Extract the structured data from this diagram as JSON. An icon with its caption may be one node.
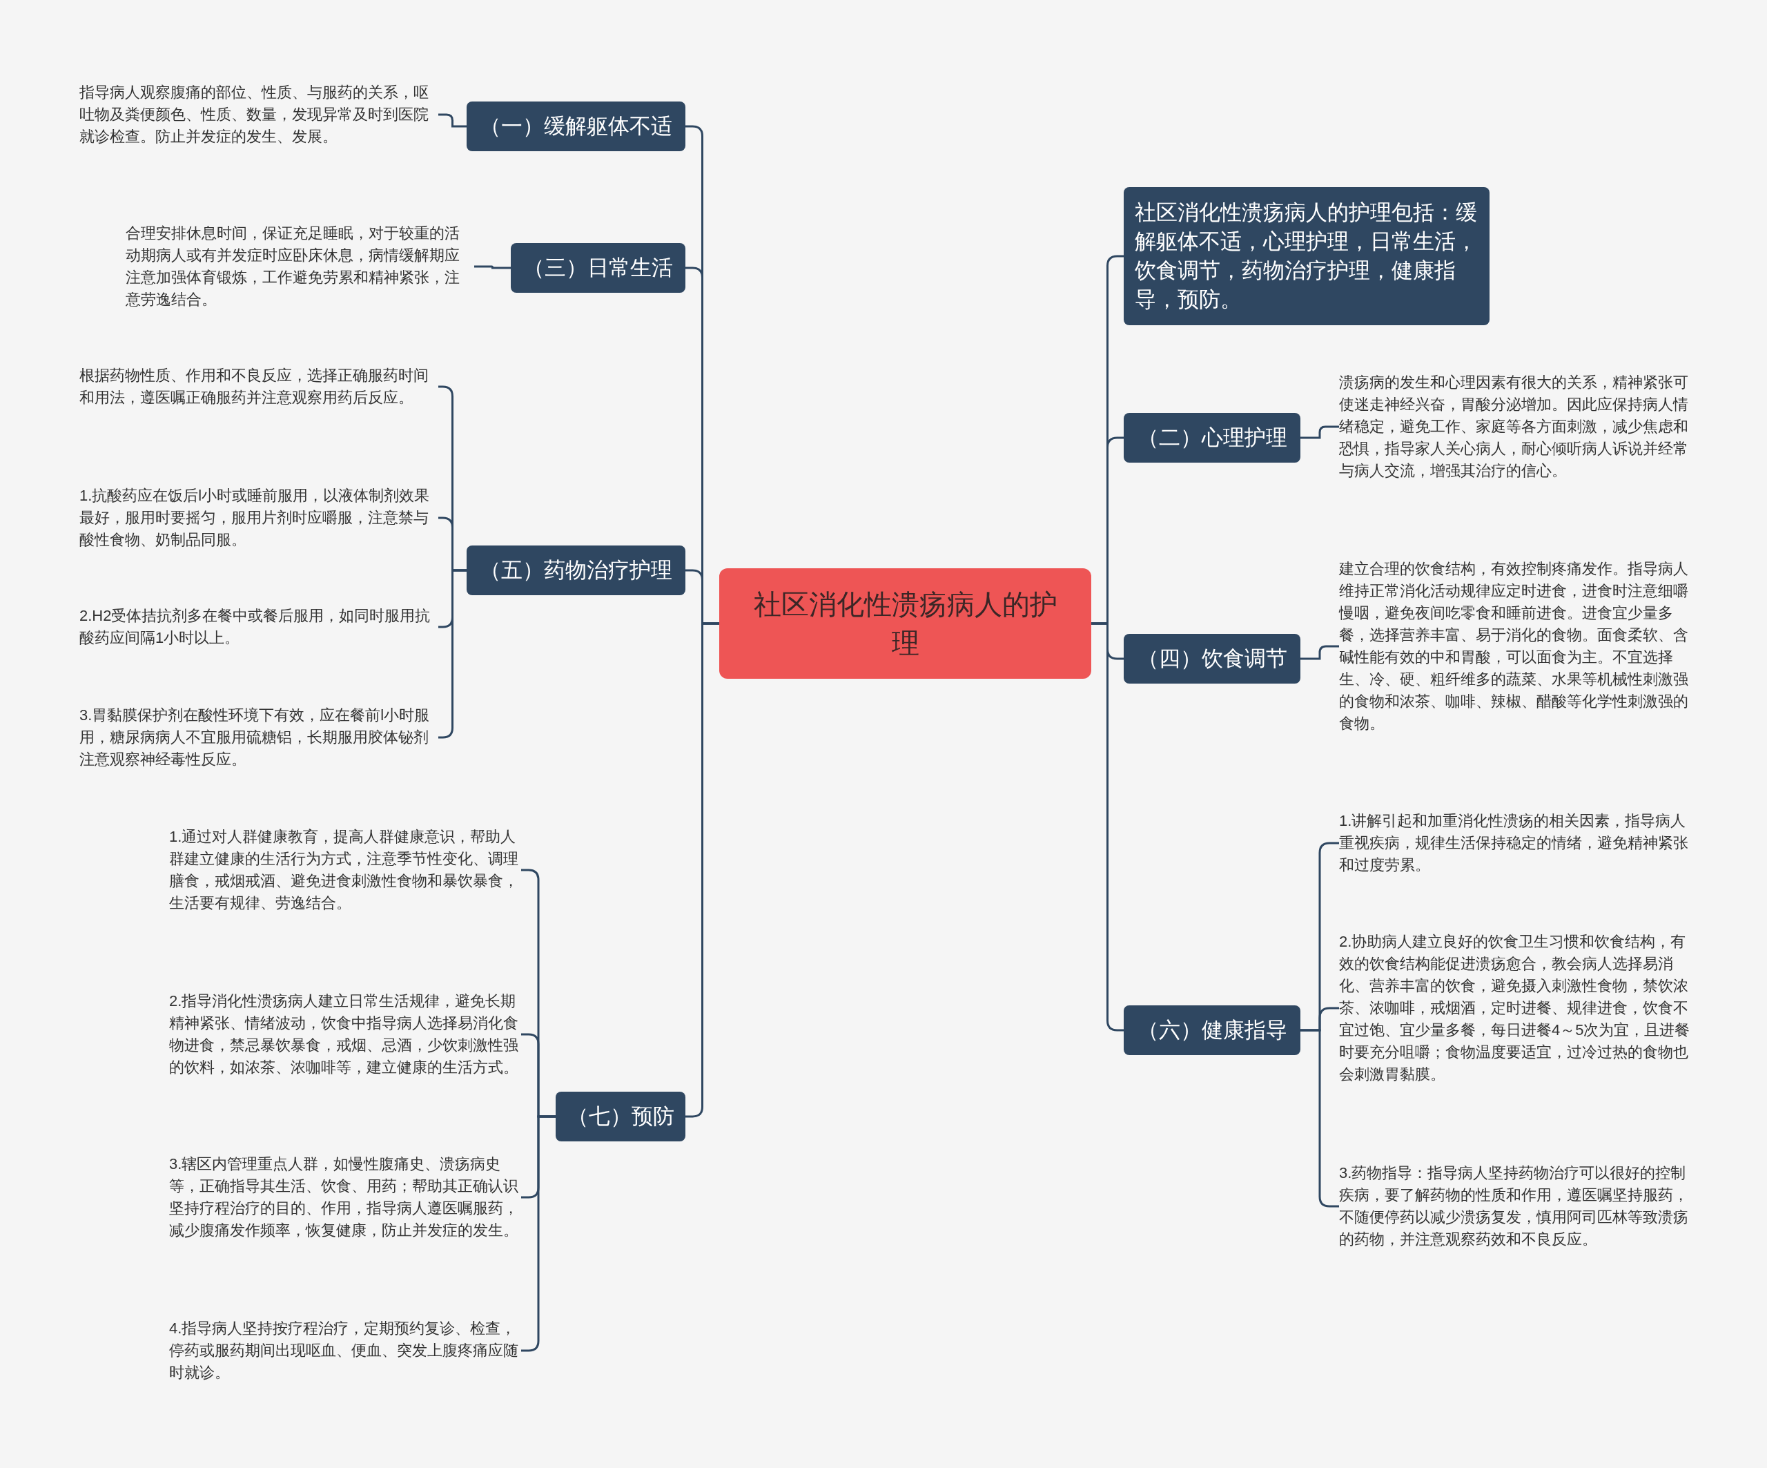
{
  "diagram": {
    "nodes": [
      {
        "text": [
          "社区消化性溃疡病人的护理"
        ]
      },
      {
        "text": [
          "（一）缓解躯体不适"
        ]
      },
      {
        "text": [
          "指导病人观察腹痛的部位、性质、与服药的关系，呕吐物及粪便颜色、性质、数量，发现异常及时到医院就诊检查。防止并发症的发生、发展。"
        ]
      },
      {
        "text": [
          "（三）日常生活"
        ]
      },
      {
        "text": [
          "合理安排休息时间，保证充足睡眠，对于较重的活动期病人或有并发症时应卧床休息，病情缓解期应注意加强体育锻炼，工作避免劳累和精神紧张，注意劳逸结合。"
        ]
      },
      {
        "text": [
          "（五）药物治疗护理"
        ]
      },
      {
        "text": [
          "根据药物性质、作用和不良反应，选择正确服药时间和用法，遵医嘱正确服药并注意观察用药后反应。"
        ]
      },
      {
        "text": [
          "1.抗酸药应在饭后l小时或睡前服用，以液体制剂效果最好，服用时要摇匀，服用片剂时应嚼服，注意禁与酸性食物、奶制品同服。"
        ]
      },
      {
        "text": [
          "2.H2受体拮抗剂多在餐中或餐后服用，如同时服用抗酸药应间隔1小时以上。"
        ]
      },
      {
        "text": [
          "3.胃黏膜保护剂在酸性环境下有效，应在餐前l小时服用，糖尿病病人不宜服用硫糖铝，长期服用胶体铋剂注意观察神经毒性反应。"
        ]
      },
      {
        "text": [
          "（七）预防"
        ]
      },
      {
        "text": [
          "1.通过对人群健康教育，提高人群健康意识，帮助人群建立健康的生活行为方式，注意季节性变化、调理膳食，戒烟戒酒、避免进食刺激性食物和暴饮暴食，生活要有规律、劳逸结合。"
        ]
      },
      {
        "text": [
          "2.指导消化性溃疡病人建立日常生活规律，避免长期精神紧张、情绪波动，饮食中指导病人选择易消化食物进食，禁忌暴饮暴食，戒烟、忌酒，少饮刺激性强的饮料，如浓茶、浓咖啡等，建立健康的生活方式。"
        ]
      },
      {
        "text": [
          "3.辖区内管理重点人群，如慢性腹痛史、溃疡病史等，正确指导其生活、饮食、用药；帮助其正确认识坚持疗程治疗的目的、作用，指导病人遵医嘱服药，减少腹痛发作频率，恢复健康，防止并发症的发生。"
        ]
      },
      {
        "text": [
          "4.指导病人坚持按疗程治疗，定期预约复诊、检查，停药或服药期间出现呕血、便血、突发上腹疼痛应随时就诊。"
        ]
      },
      {
        "text": [
          "社区消化性溃疡病人的护理包括：缓解躯体不适，心理护理，日常生活，饮食调节，药物治疗护理，健康指导，预防。"
        ]
      },
      {
        "text": [
          "（二）心理护理"
        ]
      },
      {
        "text": [
          "溃疡病的发生和心理因素有很大的关系，精神紧张可使迷走神经兴奋，胃酸分泌增加。因此应保持病人情绪稳定，避免工作、家庭等各方面刺激，减少焦虑和恐惧，指导家人关心病人，耐心倾听病人诉说并经常与病人交流，增强其治疗的信心。"
        ]
      },
      {
        "text": [
          "（四）饮食调节"
        ]
      },
      {
        "text": [
          "建立合理的饮食结构，有效控制疼痛发作。指导病人维持正常消化活动规律应定时进食，进食时注意细嚼慢咽，避免夜间吃零食和睡前进食。进食宜少量多餐，选择营养丰富、易于消化的食物。面食柔软、含碱性能有效的中和胃酸，可以面食为主。不宜选择生、冷、硬、粗纤维多的蔬菜、水果等机械性刺激强的食物和浓茶、咖啡、辣椒、醋酸等化学性刺激强的食物。"
        ]
      },
      {
        "text": [
          "（六）健康指导"
        ]
      },
      {
        "text": [
          "1.讲解引起和加重消化性溃疡的相关因素，指导病人重视疾病，规律生活保持稳定的情绪，避免精神紧张和过度劳累。"
        ]
      },
      {
        "text": [
          "2.协助病人建立良好的饮食卫生习惯和饮食结构，有效的饮食结构能促进溃疡愈合，教会病人选择易消化、营养丰富的饮食，避免摄入刺激性食物，禁饮浓茶、浓咖啡，戒烟酒，定时进餐、规律进食，饮食不宜过饱、宜少量多餐，每日进餐4～5次为宜，且进餐时要充分咀嚼；食物温度要适宜，过冷过热的食物也会刺激胃黏膜。"
        ]
      },
      {
        "text": [
          "3.药物指导：指导病人坚持药物治疗可以很好的控制疾病，要了解药物的性质和作用，遵医嘱坚持服药，不随便停药以减少溃疡复发，慎用阿司匹林等致溃疡的药物，并注意观察药效和不良反应。"
        ]
      }
    ],
    "edges": [
      {
        "from": 0,
        "to": 1,
        "arrow": "none"
      },
      {
        "from": 1,
        "to": 2,
        "arrow": "none"
      },
      {
        "from": 0,
        "to": 3,
        "arrow": "none"
      },
      {
        "from": 3,
        "to": 4,
        "arrow": "none"
      },
      {
        "from": 0,
        "to": 5,
        "arrow": "none"
      },
      {
        "from": 5,
        "to": 6,
        "arrow": "none"
      },
      {
        "from": 5,
        "to": 7,
        "arrow": "none"
      },
      {
        "from": 5,
        "to": 8,
        "arrow": "none"
      },
      {
        "from": 5,
        "to": 9,
        "arrow": "none"
      },
      {
        "from": 0,
        "to": 10,
        "arrow": "none"
      },
      {
        "from": 10,
        "to": 11,
        "arrow": "none"
      },
      {
        "from": 10,
        "to": 12,
        "arrow": "none"
      },
      {
        "from": 10,
        "to": 13,
        "arrow": "none"
      },
      {
        "from": 10,
        "to": 14,
        "arrow": "none"
      },
      {
        "from": 0,
        "to": 15,
        "arrow": "none"
      },
      {
        "from": 0,
        "to": 16,
        "arrow": "none"
      },
      {
        "from": 16,
        "to": 17,
        "arrow": "none"
      },
      {
        "from": 0,
        "to": 18,
        "arrow": "none"
      },
      {
        "from": 18,
        "to": 19,
        "arrow": "none"
      },
      {
        "from": 0,
        "to": 20,
        "arrow": "none"
      },
      {
        "from": 20,
        "to": 21,
        "arrow": "none"
      },
      {
        "from": 20,
        "to": 22,
        "arrow": "none"
      },
      {
        "from": 20,
        "to": 23,
        "arrow": "none"
      }
    ]
  }
}
